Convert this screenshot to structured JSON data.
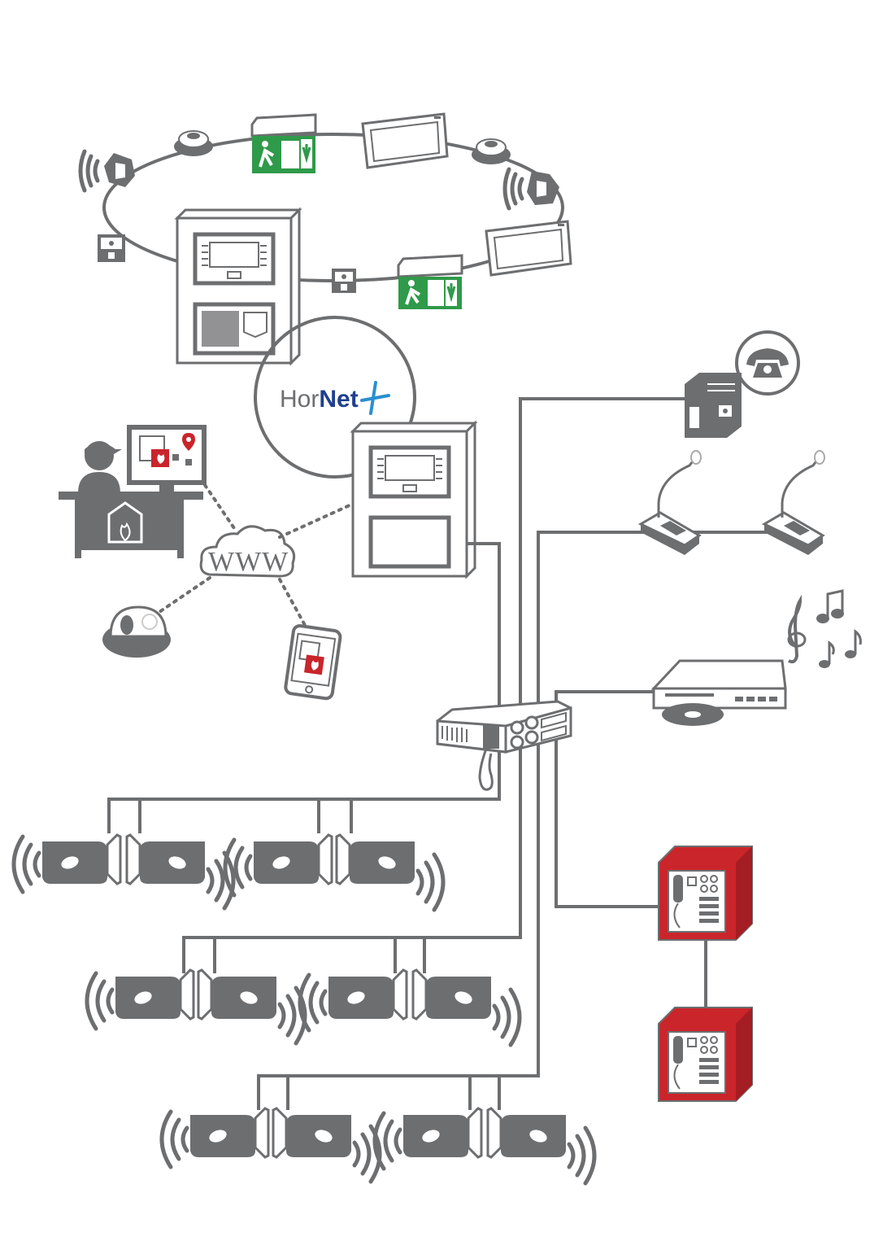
{
  "network": {
    "brand_prefix": "Hor",
    "brand_suffix": "Net",
    "internet_label": "WWW"
  },
  "colors": {
    "line": "#6d6e70",
    "fire_red": "#c9252b",
    "exit_green": "#2f9a4a",
    "brand_blue": "#1f3f8f",
    "plus_blue": "#2a8fd0"
  },
  "icons": [
    "fire-panel-icon",
    "smoke-detector-icon",
    "exit-sign-icon",
    "display-panel-icon",
    "sounder-icon",
    "call-point-icon",
    "operator-workstation-icon",
    "cloud-icon",
    "dome-camera-icon",
    "smartphone-icon",
    "amplifier-icon",
    "telephone-icon",
    "pc-tower-icon",
    "paging-microphone-icon",
    "music-notes-icon",
    "cd-player-icon",
    "loudspeaker-icon",
    "fire-telephone-cabinet-icon"
  ]
}
